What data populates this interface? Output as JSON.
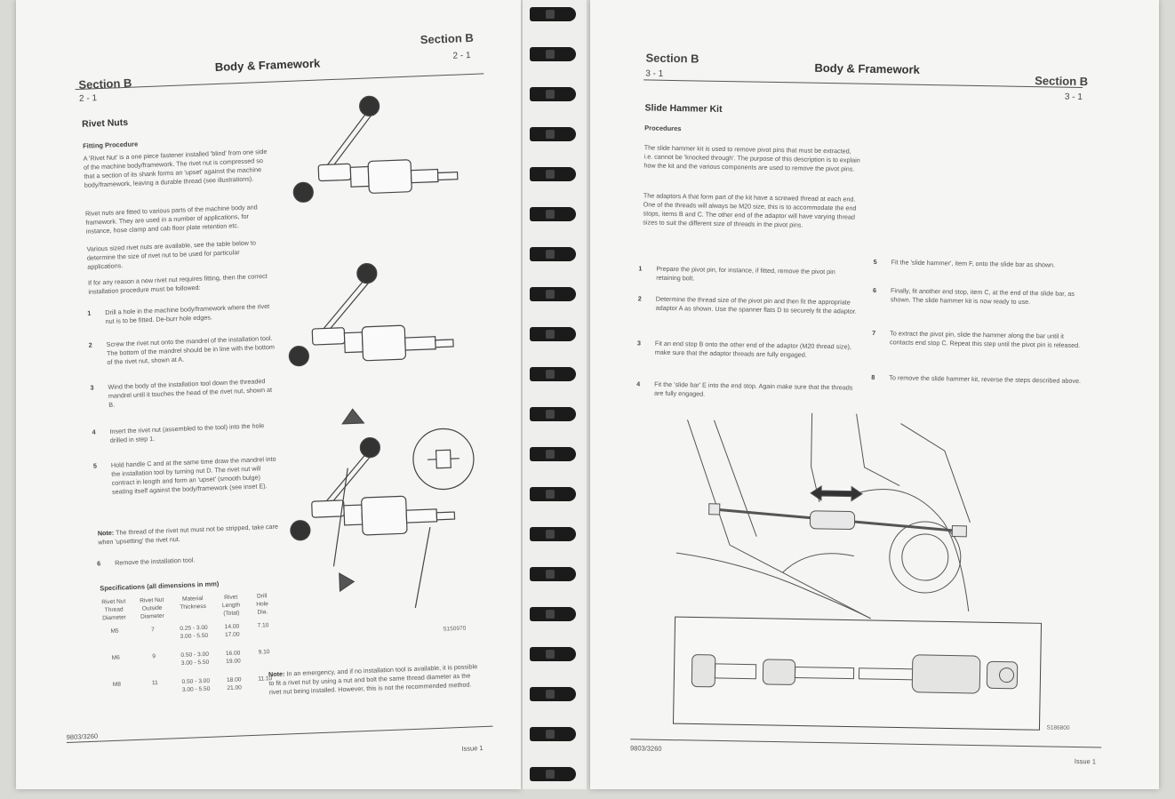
{
  "left_page": {
    "header": {
      "section_right": "Section B",
      "section_left": "Section B",
      "title": "Body & Framework",
      "page_right": "2 - 1",
      "page_left": "2 - 1"
    },
    "heading": "Rivet Nuts",
    "subheading": "Fitting Procedure",
    "para1": "A 'Rivet Nut' is a one piece fastener installed 'blind' from one side of the machine body/framework. The rivet nut is compressed so that a section of its shank forms an 'upset' against the machine body/framework, leaving a durable thread (see illustrations).",
    "para2": "Rivet nuts are fitted to various parts of the machine body and framework. They are used in a number of applications, for instance, hose clamp and cab floor plate retention etc.",
    "para3": "Various sized rivet nuts are available, see the table below to determine the size of rivet nut to be used for particular applications.",
    "para4": "If for any reason a new rivet nut requires fitting, then the correct installation procedure must be followed:",
    "steps": [
      {
        "n": "1",
        "text": "Drill a hole in the machine body/framework where the rivet nut is to be fitted. De-burr hole edges."
      },
      {
        "n": "2",
        "text": "Screw the rivet nut onto the mandrel of the installation tool. The bottom of the mandrel should be in line with the bottom of the rivet nut, shown at A."
      },
      {
        "n": "3",
        "text": "Wind the body of the installation tool down the threaded mandrel until it touches the head of the rivet nut, shown at B."
      },
      {
        "n": "4",
        "text": "Insert the rivet nut (assembled to the tool) into the hole drilled in step 1."
      },
      {
        "n": "5",
        "text": "Hold handle C and at the same time draw the mandrel into the installation tool by turning nut D. The rivet nut will contract in length and form an 'upset' (smooth bulge) seating itself against the body/framework (see inset E)."
      }
    ],
    "note1_label": "Note:",
    "note1": "The thread of the rivet nut must not be stripped, take care when 'upsetting' the rivet nut.",
    "step6": {
      "n": "6",
      "text": "Remove the installation tool."
    },
    "spec_title": "Specifications (all dimensions in mm)",
    "table": {
      "headers": [
        "Rivet Nut Thread Diameter",
        "Rivet Nut Outside Diameter",
        "Material Thickness",
        "Rivet Length (Total)",
        "Drill Hole Dia."
      ],
      "rows": [
        [
          "M5",
          "7",
          "0.25 - 3.00\n3.00 - 5.50",
          "14.00\n17.00",
          "7.10"
        ],
        [
          "M6",
          "9",
          "0.50 - 3.00\n3.00 - 5.50",
          "16.00\n19.00",
          "9.10"
        ],
        [
          "M8",
          "11",
          "0.50 - 3.00\n3.00 - 5.50",
          "18.00\n21.00",
          "11.10"
        ]
      ]
    },
    "fig_code": "S150970",
    "note2_label": "Note:",
    "note2": "In an emergency, and if no installation tool is available, it is possible to fit a rivet nut by using a nut and bolt the same thread diameter as the rivet nut being installed. However, this is not the recommended method.",
    "footer_left": "9803/3260",
    "footer_right": "Issue 1"
  },
  "right_page": {
    "header": {
      "section_left": "Section B",
      "section_right": "Section B",
      "title": "Body & Framework",
      "page_left": "3 - 1",
      "page_right": "3 - 1"
    },
    "heading": "Slide Hammer Kit",
    "subheading": "Procedures",
    "para1": "The slide hammer kit is used to remove pivot pins that must be extracted, i.e. cannot be 'knocked through'. The purpose of this description is to explain how the kit and the various components are used to remove the pivot pins.",
    "para2": "The adaptors A that form part of the kit have a screwed thread at each end. One of the threads will always be M20 size, this is to accommodate the end stops, items B and C. The other end of the adaptor will have varying thread sizes to suit the different size of threads in the pivot pins.",
    "steps_left": [
      {
        "n": "1",
        "text": "Prepare the pivot pin, for instance, if fitted, remove the pivot pin retaining bolt."
      },
      {
        "n": "2",
        "text": "Determine the thread size of the pivot pin and then fit the appropriate adaptor A as shown. Use the spanner flats D to securely fit the adaptor."
      },
      {
        "n": "3",
        "text": "Fit an end stop B onto the other end of the adaptor (M20 thread size), make sure that the adaptor threads are fully engaged."
      },
      {
        "n": "4",
        "text": "Fit the 'slide bar' E into the end stop. Again make sure that the threads are fully engaged."
      }
    ],
    "steps_right": [
      {
        "n": "5",
        "text": "Fit the 'slide hammer', item F, onto the slide bar as shown."
      },
      {
        "n": "6",
        "text": "Finally, fit another end stop, item C, at the end of the slide bar, as shown. The slide hammer kit is now ready to use."
      },
      {
        "n": "7",
        "text": "To extract the pivot pin, slide the hammer along the bar until it contacts end stop C. Repeat this step until the pivot pin is released."
      },
      {
        "n": "8",
        "text": "To remove the slide hammer kit, reverse the steps described above."
      }
    ],
    "fig_code": "S186800",
    "footer_left": "9803/3260",
    "footer_right": "Issue 1"
  }
}
